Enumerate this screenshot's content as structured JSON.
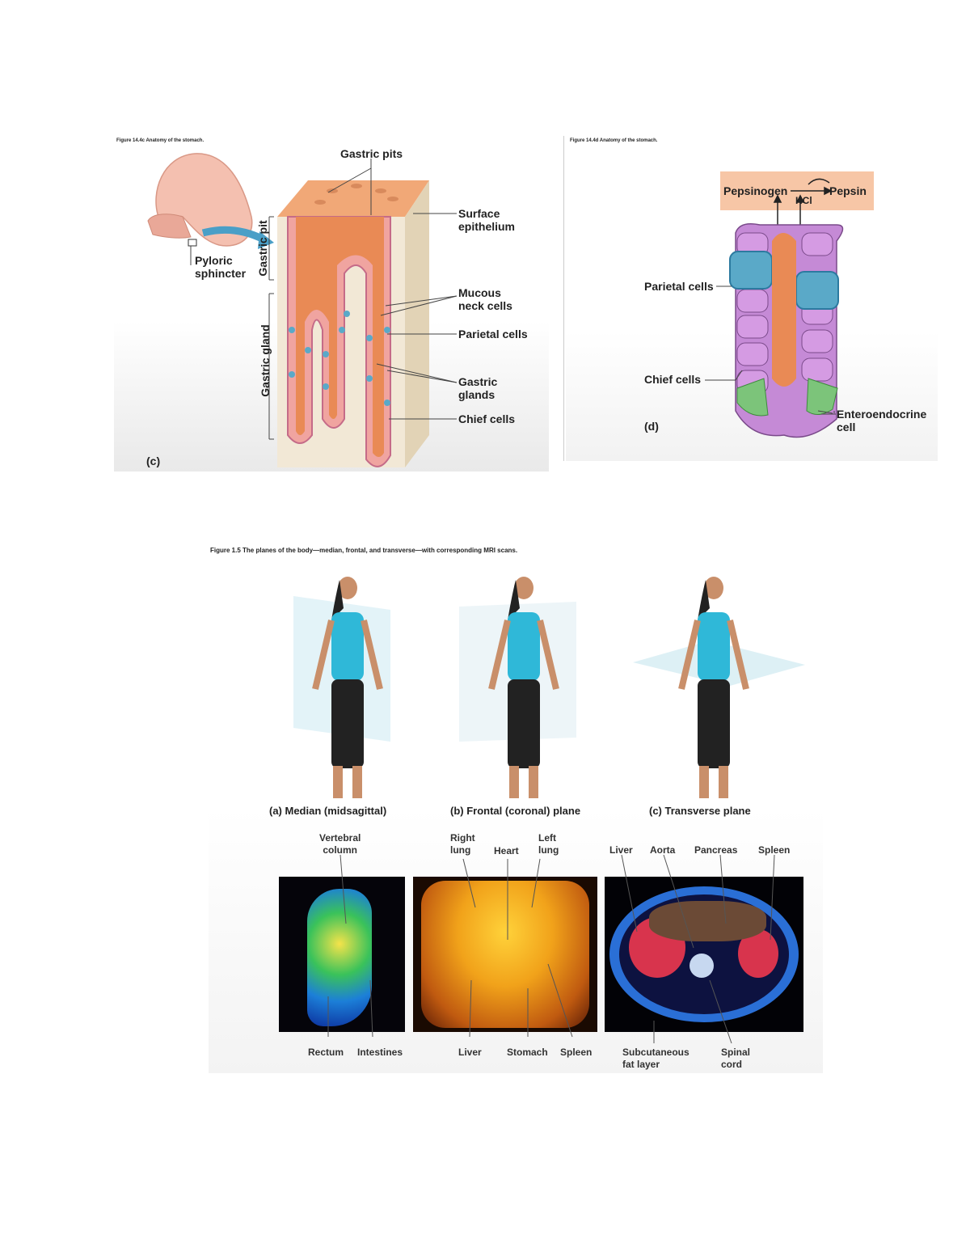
{
  "panel_c": {
    "caption": "Figure 14.4c Anatomy of the stomach.",
    "letter": "(c)",
    "labels": {
      "gastric_pits": "Gastric pits",
      "surface_epithelium": "Surface\nepithelium",
      "pyloric_sphincter": "Pyloric\nsphincter",
      "gastric_pit": "Gastric pit",
      "gastric_gland": "Gastric gland",
      "mucous_neck_cells": "Mucous\nneck cells",
      "parietal_cells": "Parietal cells",
      "gastric_glands": "Gastric\nglands",
      "chief_cells": "Chief cells"
    }
  },
  "panel_d": {
    "caption": "Figure 14.4d Anatomy of the stomach.",
    "letter": "(d)",
    "labels": {
      "pepsinogen": "Pepsinogen",
      "hcl": "HCl",
      "pepsin": "Pepsin",
      "parietal_cells": "Parietal cells",
      "chief_cells": "Chief cells",
      "enteroendocrine_cell": "Enteroendocrine\ncell"
    }
  },
  "body_planes": {
    "caption": "Figure 1.5 The planes of the body—median, frontal, and transverse—with corresponding MRI scans.",
    "planes": [
      {
        "label": "(a) Median (midsagittal)"
      },
      {
        "label": "(b) Frontal (coronal) plane"
      },
      {
        "label": "(c) Transverse plane"
      }
    ],
    "mri_labels": {
      "vertebral_column": "Vertebral\ncolumn",
      "rectum": "Rectum",
      "intestines": "Intestines",
      "right_lung": "Right\nlung",
      "heart": "Heart",
      "left_lung": "Left\nlung",
      "liver_b": "Liver",
      "stomach": "Stomach",
      "spleen_b": "Spleen",
      "liver_c": "Liver",
      "aorta": "Aorta",
      "pancreas": "Pancreas",
      "spleen_c": "Spleen",
      "subcutaneous_fat": "Subcutaneous\nfat layer",
      "spinal_cord": "Spinal\ncord"
    }
  },
  "colors": {
    "tissue_orange": "#e8935a",
    "mucosa_pink": "#f0a4a0",
    "parietal_blue": "#5aa9c8",
    "chief_purple": "#c58ad6",
    "entero_green": "#7cc47a",
    "header_peach": "#f7c6a6",
    "shirt_teal": "#2fb8d8"
  }
}
